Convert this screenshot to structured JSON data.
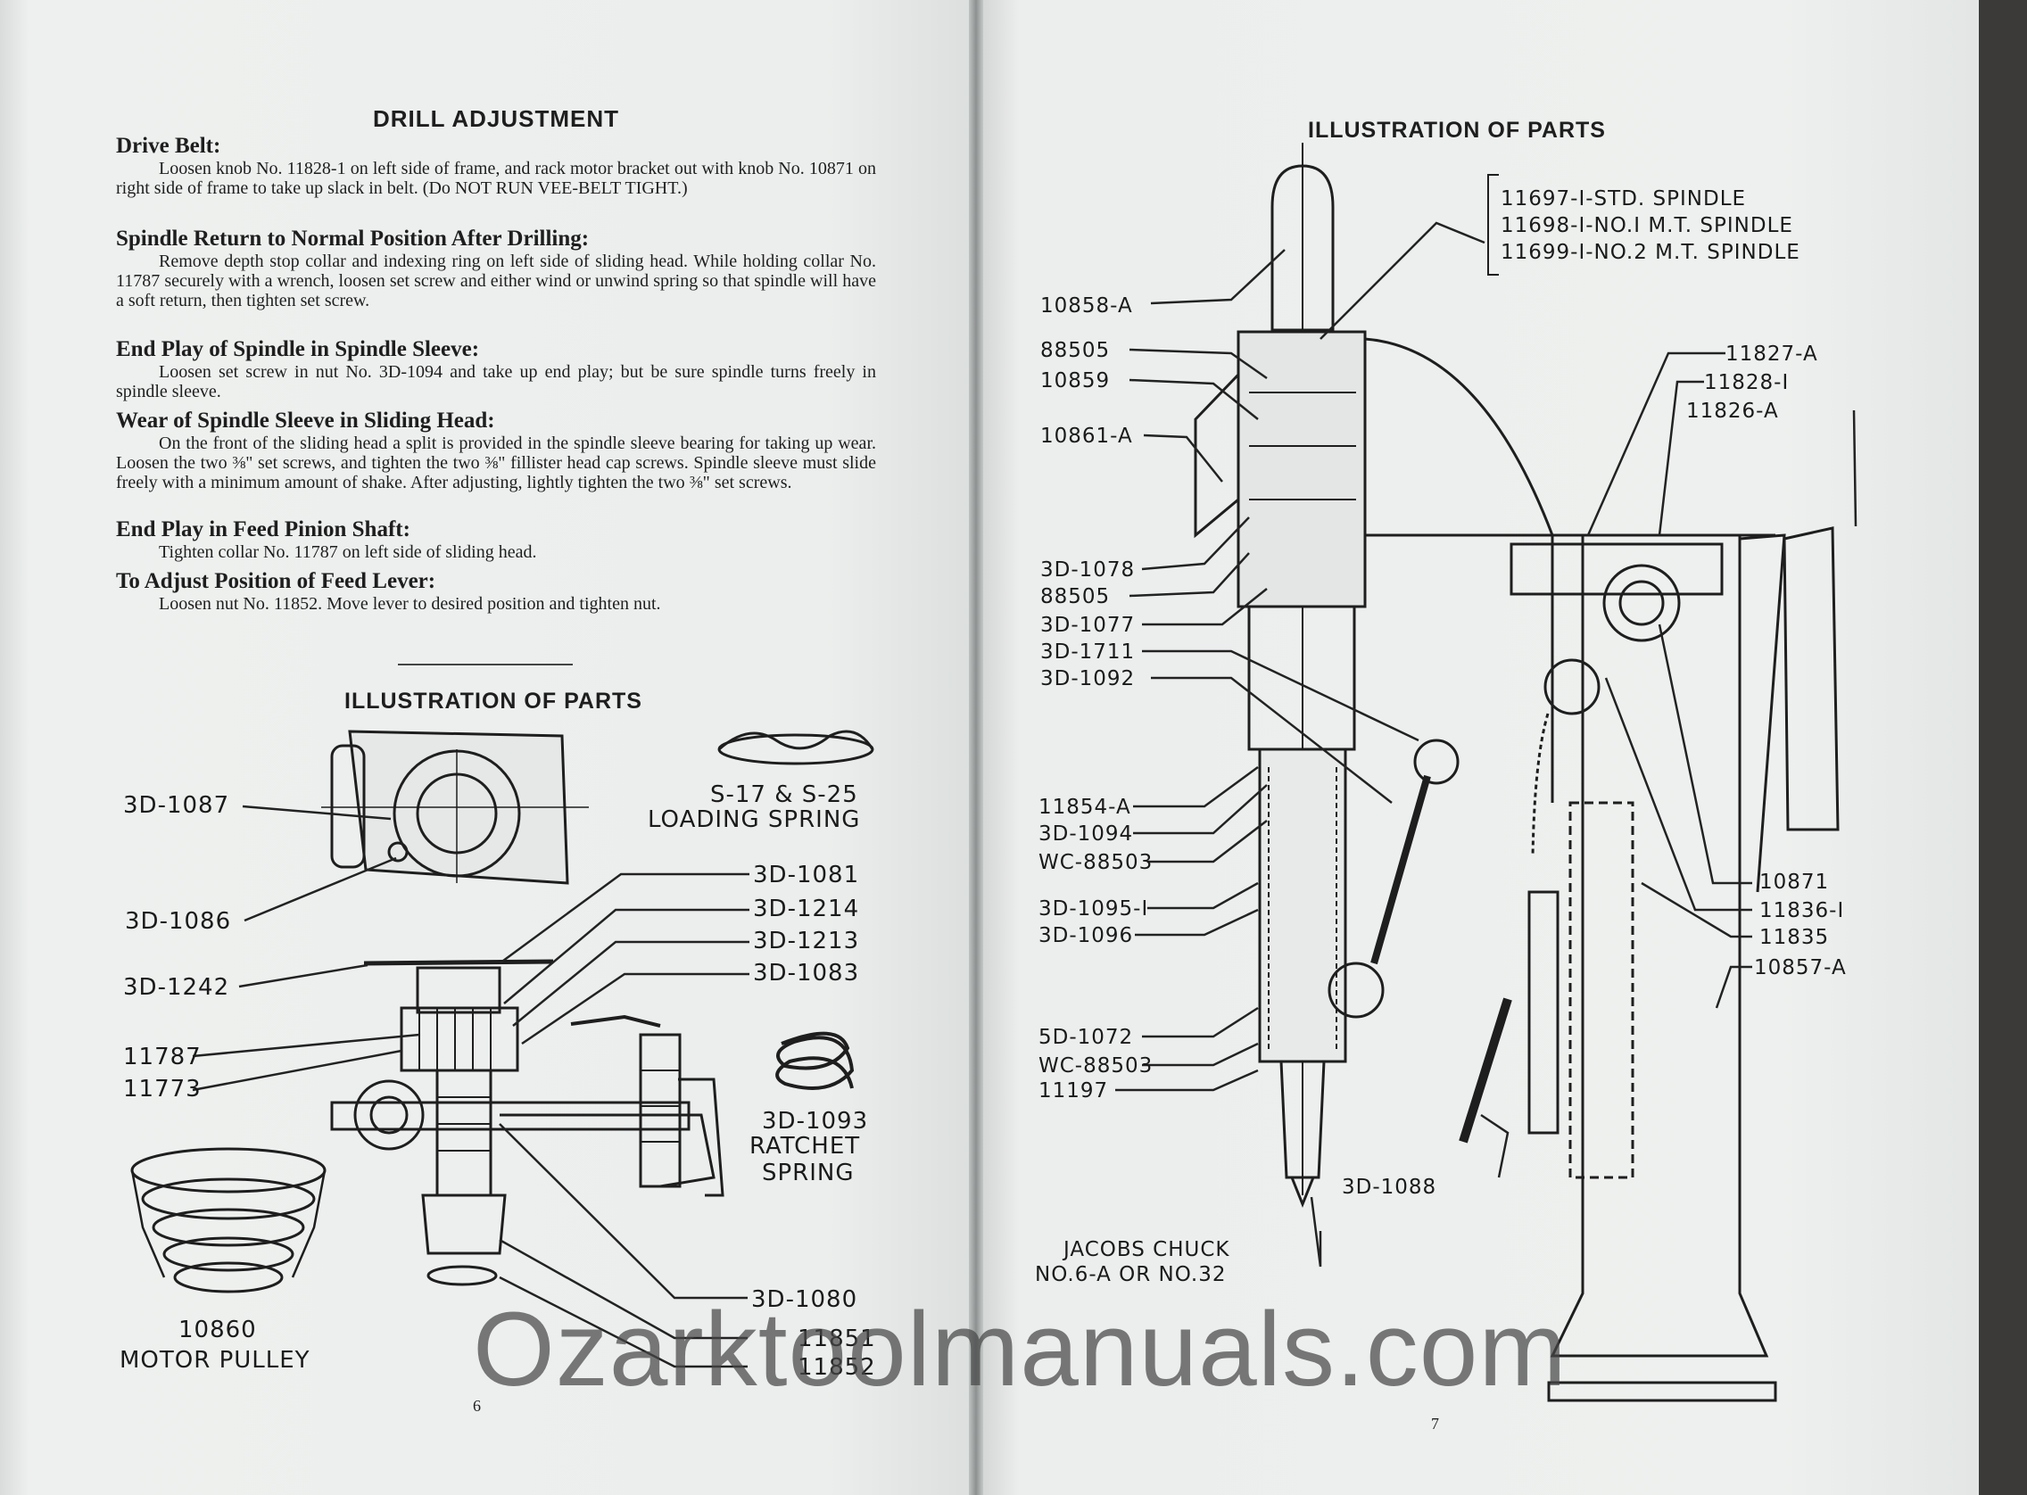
{
  "left_page": {
    "title": "DRILL ADJUSTMENT",
    "sections": [
      {
        "heading": "Drive Belt:",
        "text": "Loosen knob No. 11828-1 on left side of frame, and rack motor bracket out with knob No. 10871 on right side of frame to take up slack in belt. (Do NOT RUN VEE-BELT TIGHT.)"
      },
      {
        "heading": "Spindle Return to Normal Position After Drilling:",
        "text": "Remove depth stop collar and indexing ring on left side of sliding head. While holding collar No. 11787 securely with a wrench, loosen set screw and either wind or unwind spring so that spindle will have a soft return, then tighten set screw."
      },
      {
        "heading": "End Play of Spindle in Spindle Sleeve:",
        "text": "Loosen set screw in nut No. 3D-1094 and take up end play; but be sure spindle turns freely in spindle sleeve."
      },
      {
        "heading": "Wear of Spindle Sleeve in Sliding Head:",
        "text": "On the front of the sliding head a split is provided in the spindle sleeve bearing for taking up wear. Loosen the two ⅜\" set screws, and tighten the two ⅜\" fillister head cap screws. Spindle sleeve must slide freely with a minimum amount of shake. After adjusting, lightly tighten the two ⅜\" set screws."
      },
      {
        "heading": "End Play in Feed Pinion Shaft:",
        "text": "Tighten collar No. 11787 on left side of sliding head."
      },
      {
        "heading": "To Adjust Position of Feed Lever:",
        "text": "Loosen nut No. 11852. Move lever to desired position and tighten nut."
      }
    ],
    "illustration_title": "ILLUSTRATION OF PARTS",
    "labels": {
      "l1087": "3D-1087",
      "l1086": "3D-1086",
      "l1242": "3D-1242",
      "l11787": "11787",
      "l11773": "11773",
      "l1081": "3D-1081",
      "l1214": "3D-1214",
      "l1213": "3D-1213",
      "l1083": "3D-1083",
      "spring_a": "S-17 & S-25",
      "spring_b": "LOADING SPRING",
      "l1093": "3D-1093",
      "ratchet": "RATCHET",
      "spring": "SPRING",
      "pulley_no": "10860",
      "pulley": "MOTOR PULLEY",
      "l1080": "3D-1080",
      "l11851": "11851",
      "l11852": "11852"
    },
    "page_number": "6"
  },
  "right_page": {
    "title": "ILLUSTRATION OF PARTS",
    "spindles": [
      "11697-I-STD. SPINDLE",
      "11698-I-NO.I M.T. SPINDLE",
      "11699-I-NO.2 M.T. SPINDLE"
    ],
    "left_labels": [
      "10858-A",
      "88505",
      "10859",
      "10861-A",
      "3D-1078",
      "88505",
      "3D-1077",
      "3D-1711",
      "3D-1092",
      "11854-A",
      "3D-1094",
      "WC-88503",
      "3D-1095-I",
      "3D-1096",
      "5D-1072",
      "WC-88503",
      "11197"
    ],
    "right_labels": [
      "11827-A",
      "11828-I",
      "11826-A",
      "10871",
      "11836-I",
      "11835",
      "10857-A"
    ],
    "l1088": "3D-1088",
    "chuck_a": "JACOBS CHUCK",
    "chuck_b": "NO.6-A OR NO.32",
    "page_number": "7"
  },
  "watermark": "Ozarktoolmanuals.com"
}
